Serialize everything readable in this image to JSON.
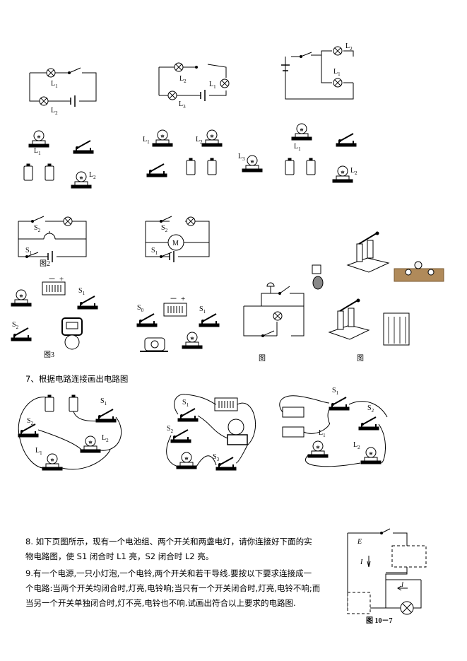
{
  "labels": {
    "L1": "L",
    "L2": "L",
    "L3": "L",
    "sub1": "1",
    "sub2": "2",
    "sub3": "3",
    "S": "S",
    "M": "M",
    "fig2": "图2",
    "fig3": "图3",
    "fig": "图",
    "fig10_7": "图 10－7",
    "E": "E",
    "I": "I",
    "plus": "+",
    "minus": "－"
  },
  "q7": {
    "title": "7、根据电路连接画出电路图"
  },
  "q8": {
    "line1": "8. 如下页图所示，现有一个电池组、两个开关和两盏电灯，请你连接好下面的实",
    "line2": "物电路图，使 S1 闭合时 L1 亮，S2 闭合时 L2 亮。"
  },
  "q9": {
    "line1": "9.有一个电源,一只小灯泡,一个电铃,两个开关和若干导线.要按以下要求连接成一",
    "line2": "个电路:当两个开关均闭合时,灯亮,电铃响;当只有一个开关闭合时,灯亮,电铃不响;而",
    "line3": "当另一个开关单独闭合时,灯不亮,电铃也不响.试画出符合以上要求的电路图."
  },
  "colors": {
    "ink": "#000000",
    "board": "#b08a5a",
    "paper": "#ffffff"
  }
}
